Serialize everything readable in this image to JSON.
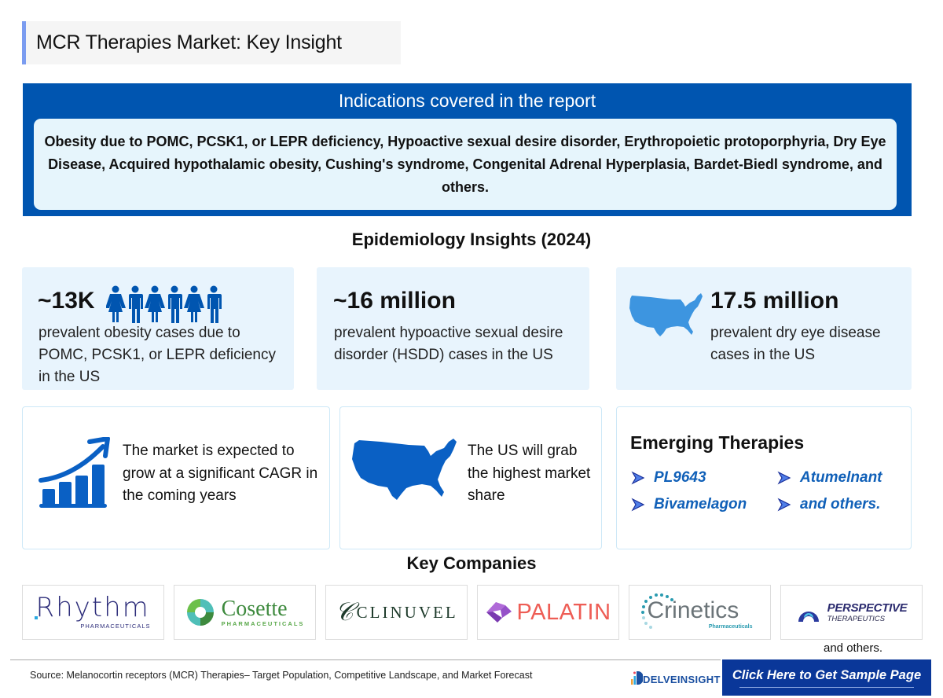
{
  "header": {
    "title": "MCR Therapies Market: Key Insight",
    "accent_color": "#7b9cf0"
  },
  "indications": {
    "title": "Indications covered in the report",
    "text": "Obesity due to POMC, PCSK1, or LEPR deficiency, Hypoactive sexual desire disorder, Erythropoietic protoporphyria, Dry Eye Disease, Acquired hypothalamic obesity, Cushing's syndrome, Congenital Adrenal Hyperplasia, Bardet-Biedl syndrome, and others.",
    "bg_color": "#0055b0",
    "box_color": "#e6f5fc"
  },
  "epidemiology": {
    "title": "Epidemiology Insights (2024)",
    "cards": [
      {
        "value": "~13K",
        "description": "prevalent obesity cases due to POMC, PCSK1, or LEPR deficiency in the US",
        "icon": "people-icon"
      },
      {
        "value": "~16 million",
        "description": "prevalent hypoactive sexual desire disorder (HSDD) cases in the US"
      },
      {
        "value": "17.5 million",
        "description": "prevalent dry eye disease cases in the US",
        "icon": "us-map-icon"
      }
    ]
  },
  "insights": {
    "market_growth": "The market is expected to grow at a significant CAGR in the coming years",
    "us_share": "The US will grab the highest market share",
    "emerging": {
      "title": "Emerging Therapies",
      "items": [
        "PL9643",
        "Atumelnant",
        "Bivamelagon",
        "and others."
      ]
    }
  },
  "key_companies": {
    "title": "Key Companies",
    "logos": [
      {
        "name": "Rhythm",
        "sub": "PHARMACEUTICALS"
      },
      {
        "name": "Cosette",
        "sub": "PHARMACEUTICALS"
      },
      {
        "name": "CLINUVEL"
      },
      {
        "name": "PALATIN"
      },
      {
        "name": "Crinetics",
        "sub": "Pharmaceuticals"
      },
      {
        "name": "PERSPECTIVE",
        "sub": "THERAPEUTICS"
      }
    ],
    "others": "and others."
  },
  "footer": {
    "source": "Source: Melanocortin receptors (MCR) Therapies– Target Population, Competitive Landscape, and Market Forecast",
    "brand": "DELVEINSIGHT",
    "cta": "Click Here to Get Sample Page"
  }
}
